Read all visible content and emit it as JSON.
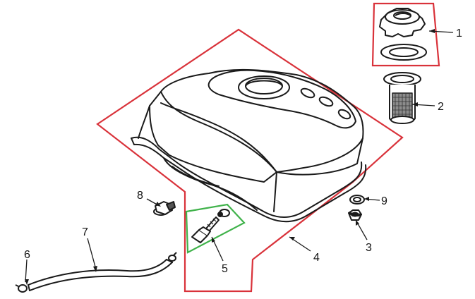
{
  "callouts": {
    "part1": "1",
    "part2": "2",
    "part3": "3",
    "part4": "4",
    "part5": "5",
    "part6": "6",
    "part7": "7",
    "part8": "8",
    "part9": "9"
  },
  "colors": {
    "outline_tank_group": "#d9323a",
    "outline_cap_group": "#d9323a",
    "outline_drain_group": "#3fb24a",
    "line_art": "#1a1a1a",
    "background": "#ffffff"
  },
  "icons": {
    "fuel_cap": "fuel-cap-icon",
    "cap_gasket": "gasket-ring-icon",
    "fuel_strainer": "strainer-icon",
    "fuel_tank": "fuel-tank-icon",
    "drain_bolt": "drain-bolt-icon",
    "bolt": "flange-bolt-icon",
    "nut": "nut-icon",
    "washer": "washer-icon",
    "fuel_hose": "hose-icon",
    "hose_clip": "clip-icon"
  }
}
